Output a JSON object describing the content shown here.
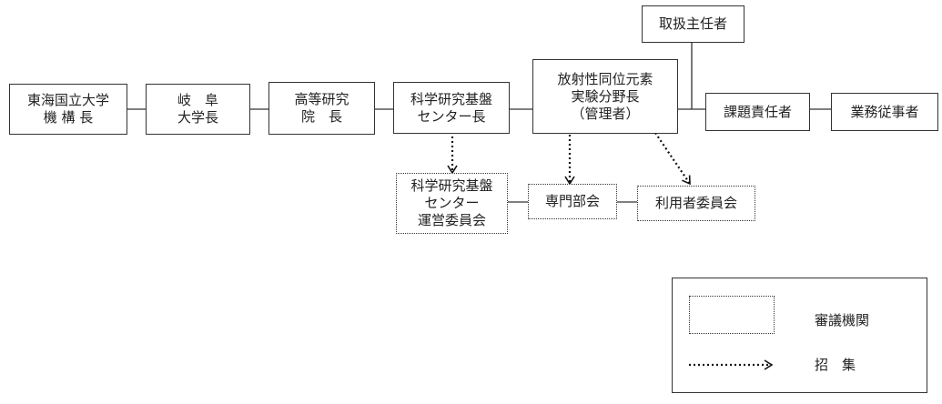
{
  "nodes": {
    "kiko_cho": "東海国立大学\n機 構 長",
    "gifu_president": "岐　阜\n大学長",
    "institute_director": "高等研究\n院　長",
    "center_director": "科学研究基盤\nセンター長",
    "ri_manager": "放射性同位元素\n実験分野長\n（管理者）",
    "handling_chief": "取扱主任者",
    "project_leader": "課題責任者",
    "worker": "業務従事者",
    "center_committee": "科学研究基盤\nセンター\n運営委員会",
    "specialty_committee": "専門部会",
    "user_committee": "利用者委員会"
  },
  "legend": {
    "deliberative_label": "審議機関",
    "convene_label": "招　集"
  }
}
